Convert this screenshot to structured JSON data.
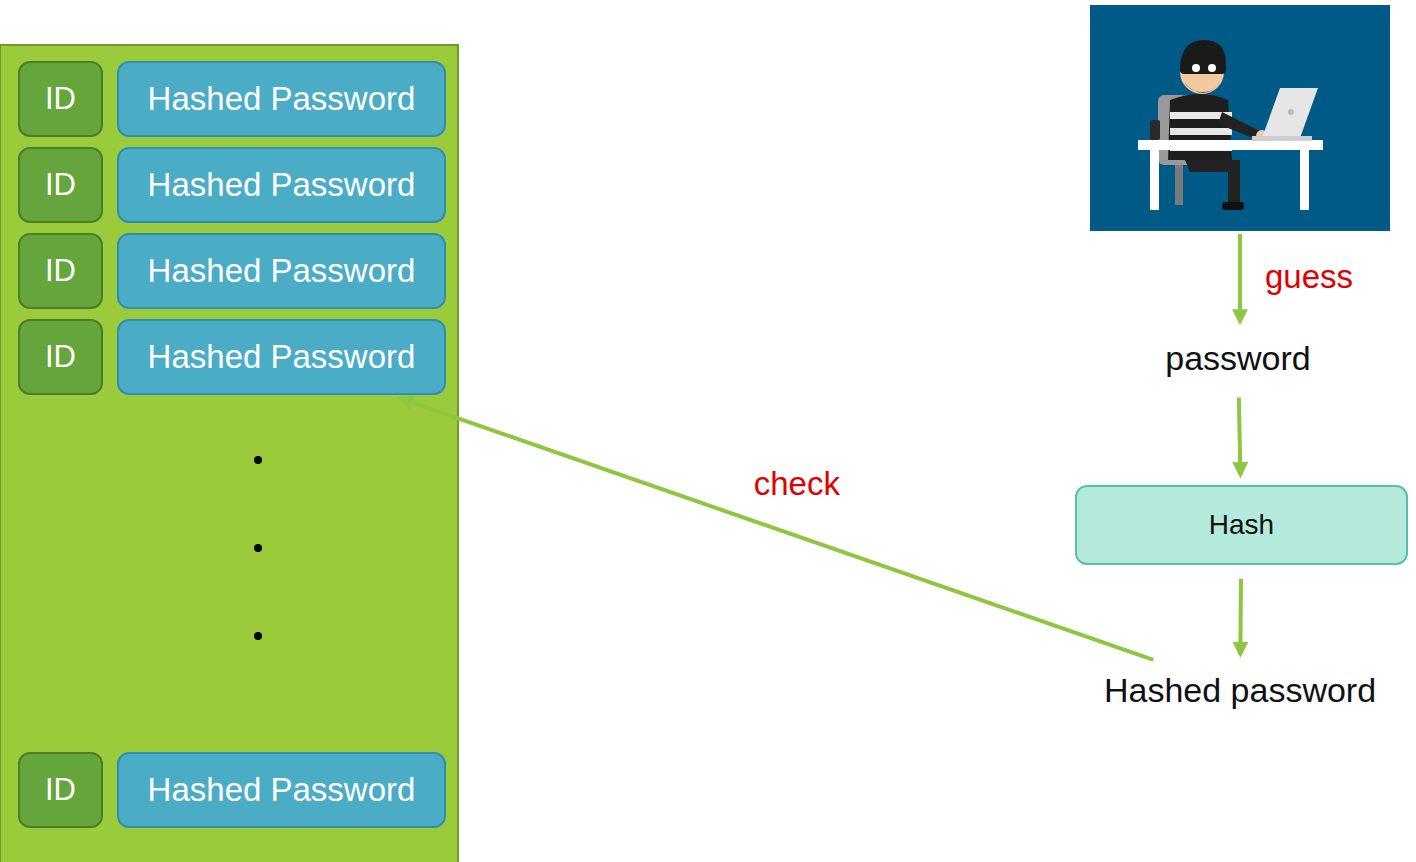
{
  "diagram": {
    "nodes": [
      {
        "text": [
          "ID"
        ]
      },
      {
        "text": [
          "Hashed Password"
        ]
      },
      {
        "text": [
          "ID"
        ]
      },
      {
        "text": [
          "Hashed Password"
        ]
      },
      {
        "text": [
          "ID"
        ]
      },
      {
        "text": [
          "Hashed Password"
        ]
      },
      {
        "text": [
          "ID"
        ]
      },
      {
        "text": [
          "Hashed Password"
        ]
      },
      {
        "text": [
          "ID"
        ]
      },
      {
        "text": [
          "Hashed Password"
        ]
      },
      {
        "text": [
          "password"
        ]
      },
      {
        "text": [
          "Hash"
        ]
      },
      {
        "text": [
          "Hashed password"
        ]
      }
    ],
    "edges": [
      {
        "from": 10,
        "to": 11,
        "arrow": "to"
      },
      {
        "from": 11,
        "to": 12,
        "arrow": "to"
      },
      {
        "from": 12,
        "to": 7,
        "label": "check",
        "arrow": "to"
      }
    ],
    "labels": [
      "guess"
    ]
  }
}
